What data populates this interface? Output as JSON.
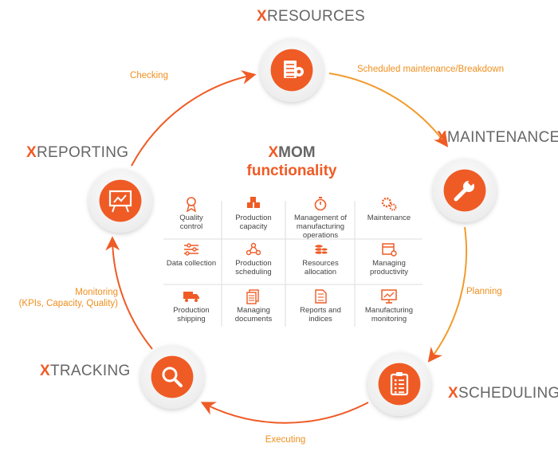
{
  "colors": {
    "accent": "#ef5b25",
    "accent_light": "#f6a02a",
    "text_gray": "#666666",
    "label_orange": "#ef8f1e"
  },
  "modules": [
    {
      "id": "resources",
      "prefix": "X",
      "name": "RESOURCES",
      "icon": "document-gear-icon"
    },
    {
      "id": "maintenance",
      "prefix": "X",
      "name": "MAINTENANCE",
      "icon": "wrench-icon"
    },
    {
      "id": "scheduling",
      "prefix": "X",
      "name": "SCHEDULING",
      "icon": "clipboard-list-icon"
    },
    {
      "id": "tracking",
      "prefix": "X",
      "name": "TRACKING",
      "icon": "magnifier-icon"
    },
    {
      "id": "reporting",
      "prefix": "X",
      "name": "REPORTING",
      "icon": "presentation-chart-icon"
    }
  ],
  "edges": [
    {
      "id": "checking",
      "lines": [
        "Checking"
      ]
    },
    {
      "id": "scheduled",
      "lines": [
        "Scheduled maintenance/Breakdown"
      ]
    },
    {
      "id": "planning",
      "lines": [
        "Planning"
      ]
    },
    {
      "id": "executing",
      "lines": [
        "Executing"
      ]
    },
    {
      "id": "monitoring",
      "lines": [
        "Monitoring",
        "(KPIs, Capacity, Quality)"
      ]
    }
  ],
  "center": {
    "prefix": "X",
    "name": "MOM",
    "subtitle": "functionality"
  },
  "functions": [
    {
      "icon": "award-ribbon-icon",
      "lines": [
        "Quality",
        "control"
      ]
    },
    {
      "icon": "boxes-icon",
      "lines": [
        "Production",
        "capacity"
      ]
    },
    {
      "icon": "stopwatch-icon",
      "lines": [
        "Management of",
        "manufacturing",
        "operations"
      ]
    },
    {
      "icon": "gears-icon",
      "lines": [
        "Maintenance"
      ]
    },
    {
      "icon": "sliders-icon",
      "lines": [
        "Data collection"
      ]
    },
    {
      "icon": "network-nodes-icon",
      "lines": [
        "Production",
        "scheduling"
      ]
    },
    {
      "icon": "coins-stack-icon",
      "lines": [
        "Resources",
        "allocation"
      ]
    },
    {
      "icon": "calendar-gear-icon",
      "lines": [
        "Managing",
        "productivity"
      ]
    },
    {
      "icon": "truck-icon",
      "lines": [
        "Production",
        "shipping"
      ]
    },
    {
      "icon": "documents-icon",
      "lines": [
        "Managing",
        "documents"
      ]
    },
    {
      "icon": "report-page-icon",
      "lines": [
        "Reports and",
        "indices"
      ]
    },
    {
      "icon": "monitor-chart-icon",
      "lines": [
        "Manufacturing",
        "monitoring"
      ]
    }
  ]
}
